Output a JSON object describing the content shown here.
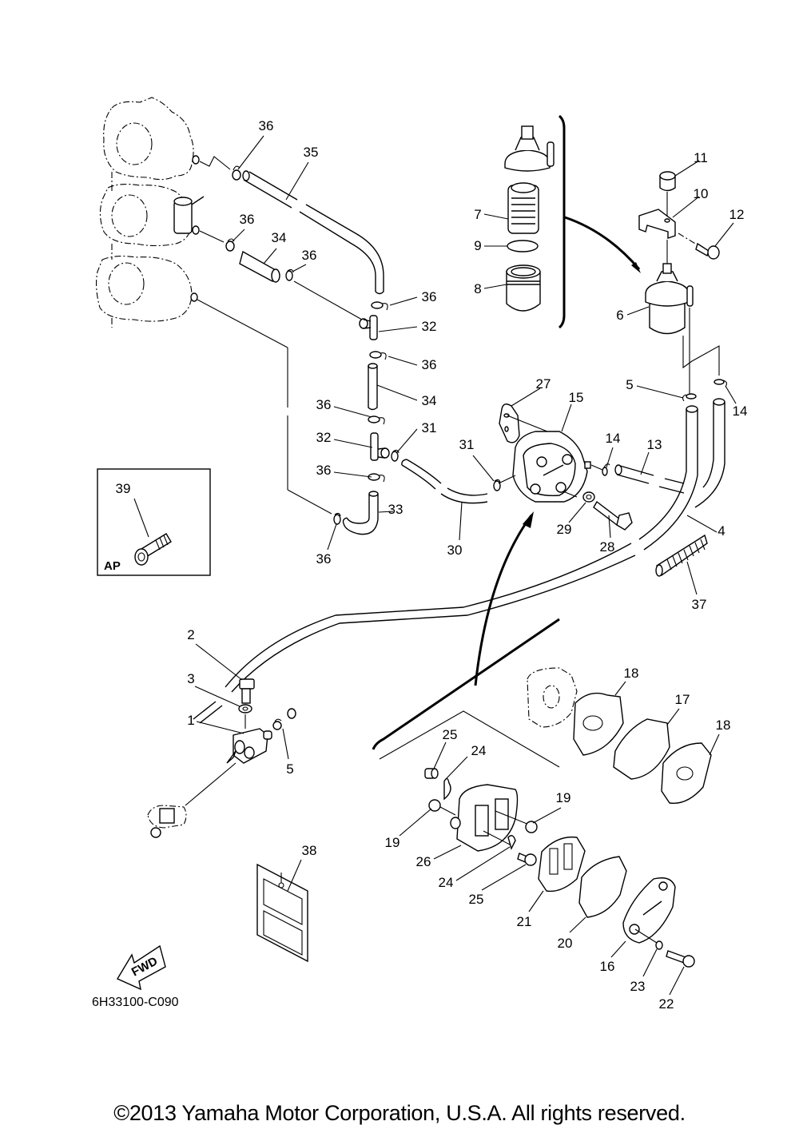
{
  "diagram": {
    "title": "Fuel system exploded parts diagram",
    "code": "6H33100-C090",
    "inset_label": "AP",
    "direction_label": "FWD",
    "copyright": "©2013 Yamaha Motor Corporation, U.S.A. All rights reserved."
  },
  "callouts": [
    {
      "id": "c36a",
      "part": "36"
    },
    {
      "id": "c35",
      "part": "35"
    },
    {
      "id": "c36b",
      "part": "36"
    },
    {
      "id": "c34a",
      "part": "34"
    },
    {
      "id": "c36c",
      "part": "36"
    },
    {
      "id": "c36d",
      "part": "36"
    },
    {
      "id": "c32a",
      "part": "32"
    },
    {
      "id": "c36e",
      "part": "36"
    },
    {
      "id": "c34b",
      "part": "34"
    },
    {
      "id": "c36f",
      "part": "36"
    },
    {
      "id": "c32b",
      "part": "32"
    },
    {
      "id": "c31a",
      "part": "31"
    },
    {
      "id": "c36g",
      "part": "36"
    },
    {
      "id": "c33",
      "part": "33"
    },
    {
      "id": "c36h",
      "part": "36"
    },
    {
      "id": "c31b",
      "part": "31"
    },
    {
      "id": "c30",
      "part": "30"
    },
    {
      "id": "c7",
      "part": "7"
    },
    {
      "id": "c9",
      "part": "9"
    },
    {
      "id": "c8",
      "part": "8"
    },
    {
      "id": "c11",
      "part": "11"
    },
    {
      "id": "c10",
      "part": "10"
    },
    {
      "id": "c12",
      "part": "12"
    },
    {
      "id": "c6",
      "part": "6"
    },
    {
      "id": "c5a",
      "part": "5"
    },
    {
      "id": "c14a",
      "part": "14"
    },
    {
      "id": "c27",
      "part": "27"
    },
    {
      "id": "c15",
      "part": "15"
    },
    {
      "id": "c14b",
      "part": "14"
    },
    {
      "id": "c13",
      "part": "13"
    },
    {
      "id": "c29",
      "part": "29"
    },
    {
      "id": "c28",
      "part": "28"
    },
    {
      "id": "c4",
      "part": "4"
    },
    {
      "id": "c37",
      "part": "37"
    },
    {
      "id": "c39",
      "part": "39"
    },
    {
      "id": "c2",
      "part": "2"
    },
    {
      "id": "c3",
      "part": "3"
    },
    {
      "id": "c1",
      "part": "1"
    },
    {
      "id": "c5b",
      "part": "5"
    },
    {
      "id": "c18a",
      "part": "18"
    },
    {
      "id": "c17",
      "part": "17"
    },
    {
      "id": "c18b",
      "part": "18"
    },
    {
      "id": "c25a",
      "part": "25"
    },
    {
      "id": "c24a",
      "part": "24"
    },
    {
      "id": "c19a",
      "part": "19"
    },
    {
      "id": "c19b",
      "part": "19"
    },
    {
      "id": "c26",
      "part": "26"
    },
    {
      "id": "c24b",
      "part": "24"
    },
    {
      "id": "c25b",
      "part": "25"
    },
    {
      "id": "c21",
      "part": "21"
    },
    {
      "id": "c20",
      "part": "20"
    },
    {
      "id": "c16",
      "part": "16"
    },
    {
      "id": "c23",
      "part": "23"
    },
    {
      "id": "c22",
      "part": "22"
    },
    {
      "id": "c38",
      "part": "38"
    }
  ]
}
